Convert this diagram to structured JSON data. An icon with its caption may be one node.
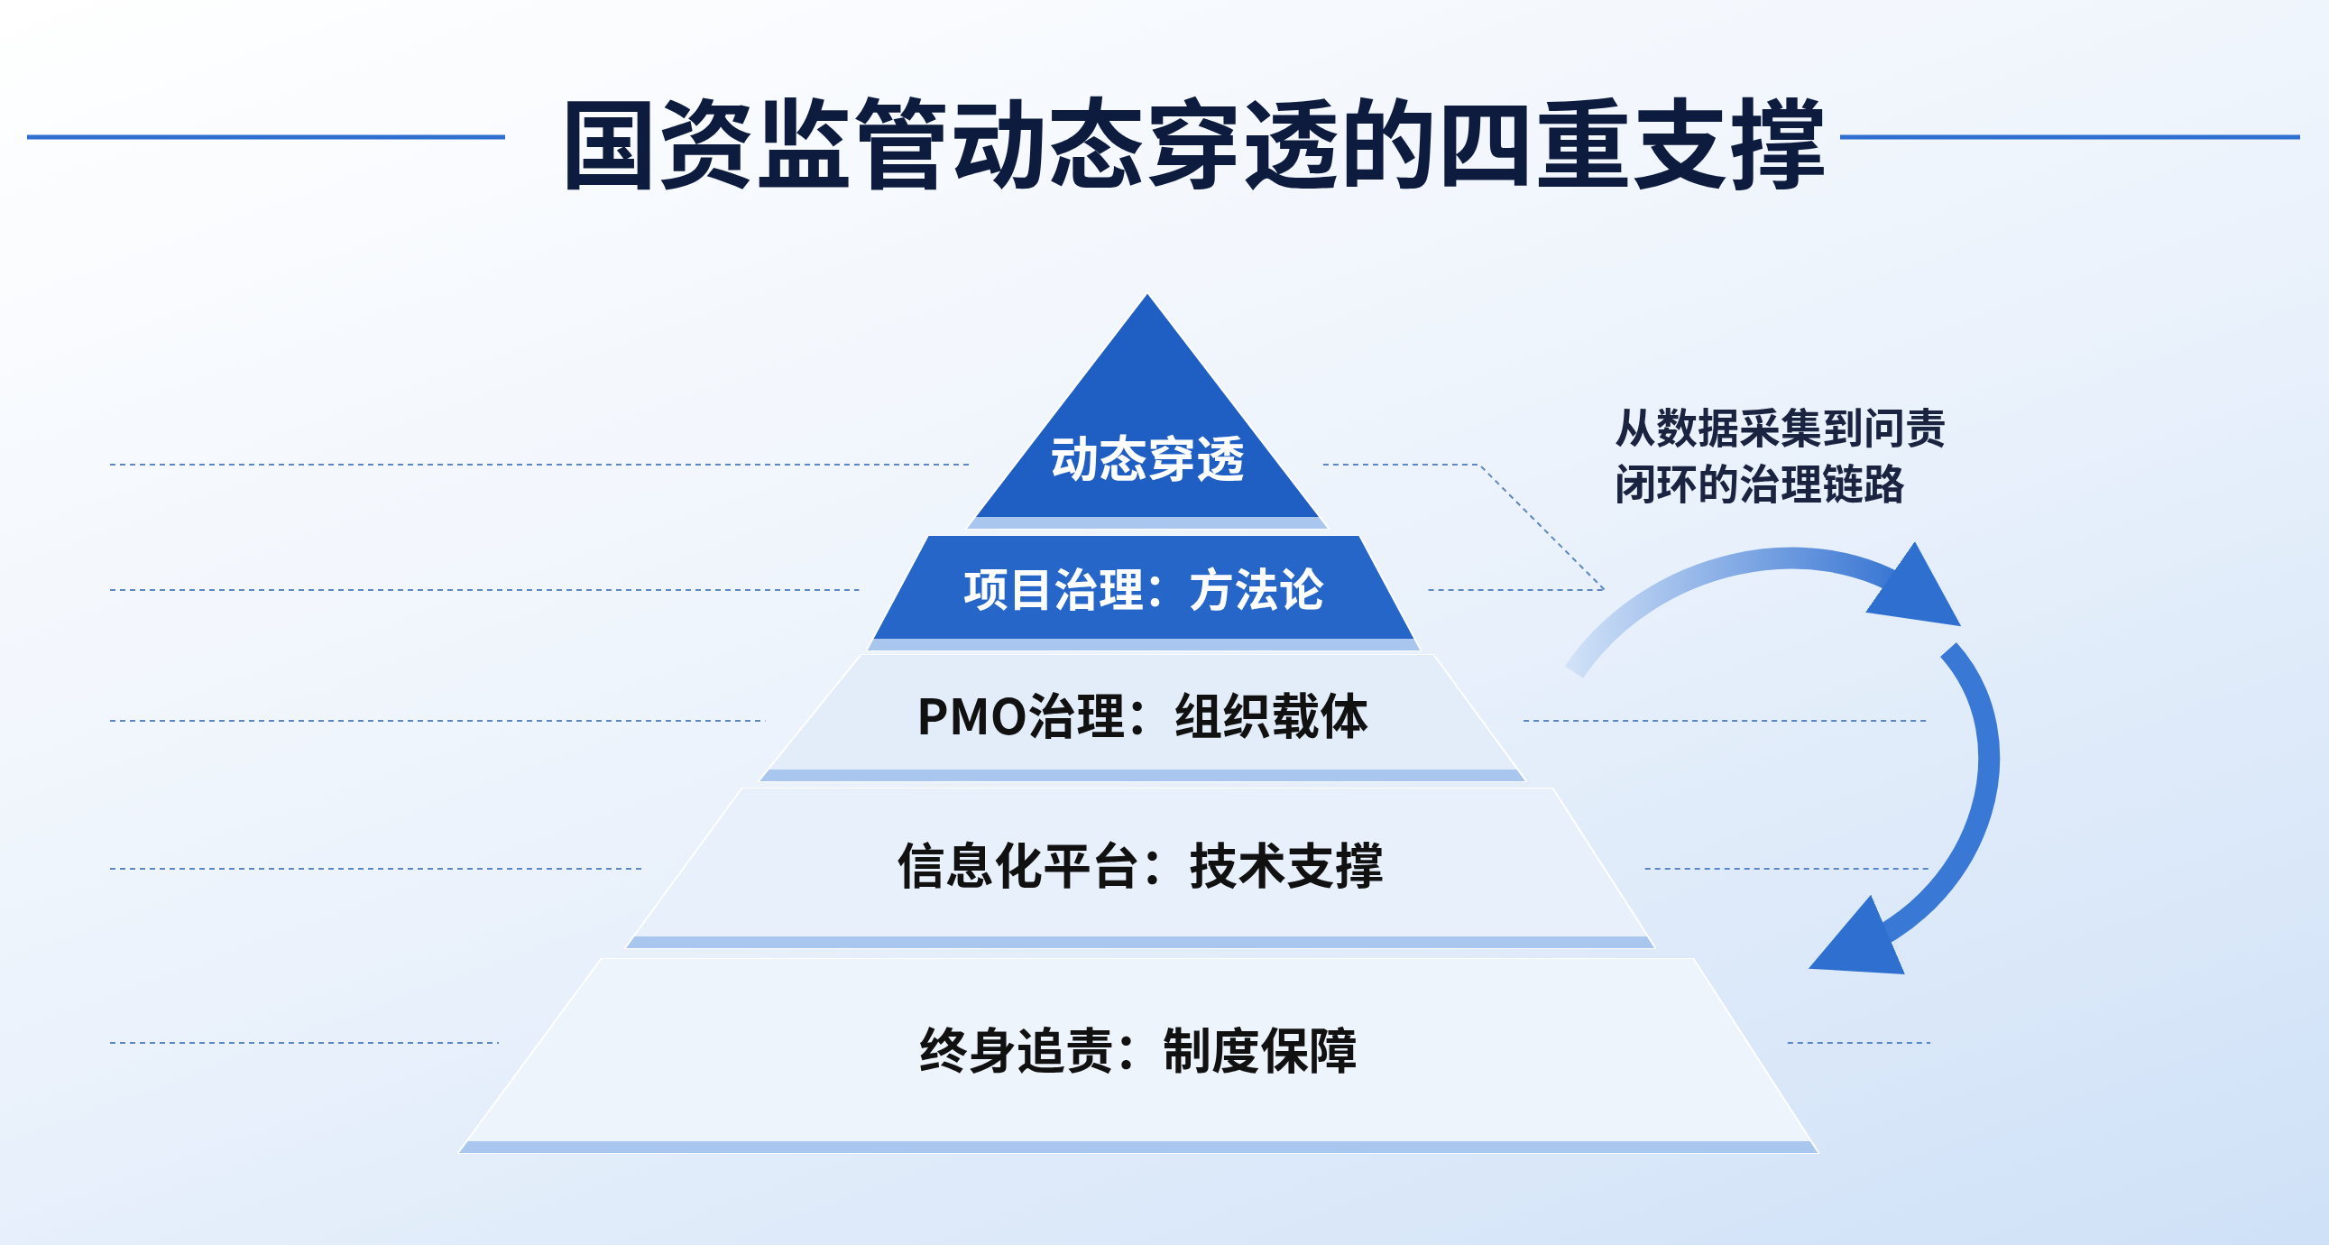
{
  "diagram": {
    "title": "国资监管动态穿透的四重支撑",
    "nodes": [
      {
        "text": [
          "动态穿透"
        ]
      },
      {
        "text": [
          "项目治理：方法论"
        ]
      },
      {
        "text": [
          "PMO治理：组织载体"
        ]
      },
      {
        "text": [
          "信息化平台：技术支撑"
        ]
      },
      {
        "text": [
          "终身追责：制度保障"
        ]
      }
    ],
    "labels": [
      "从数据采集到问责闭环的治理链路"
    ]
  }
}
